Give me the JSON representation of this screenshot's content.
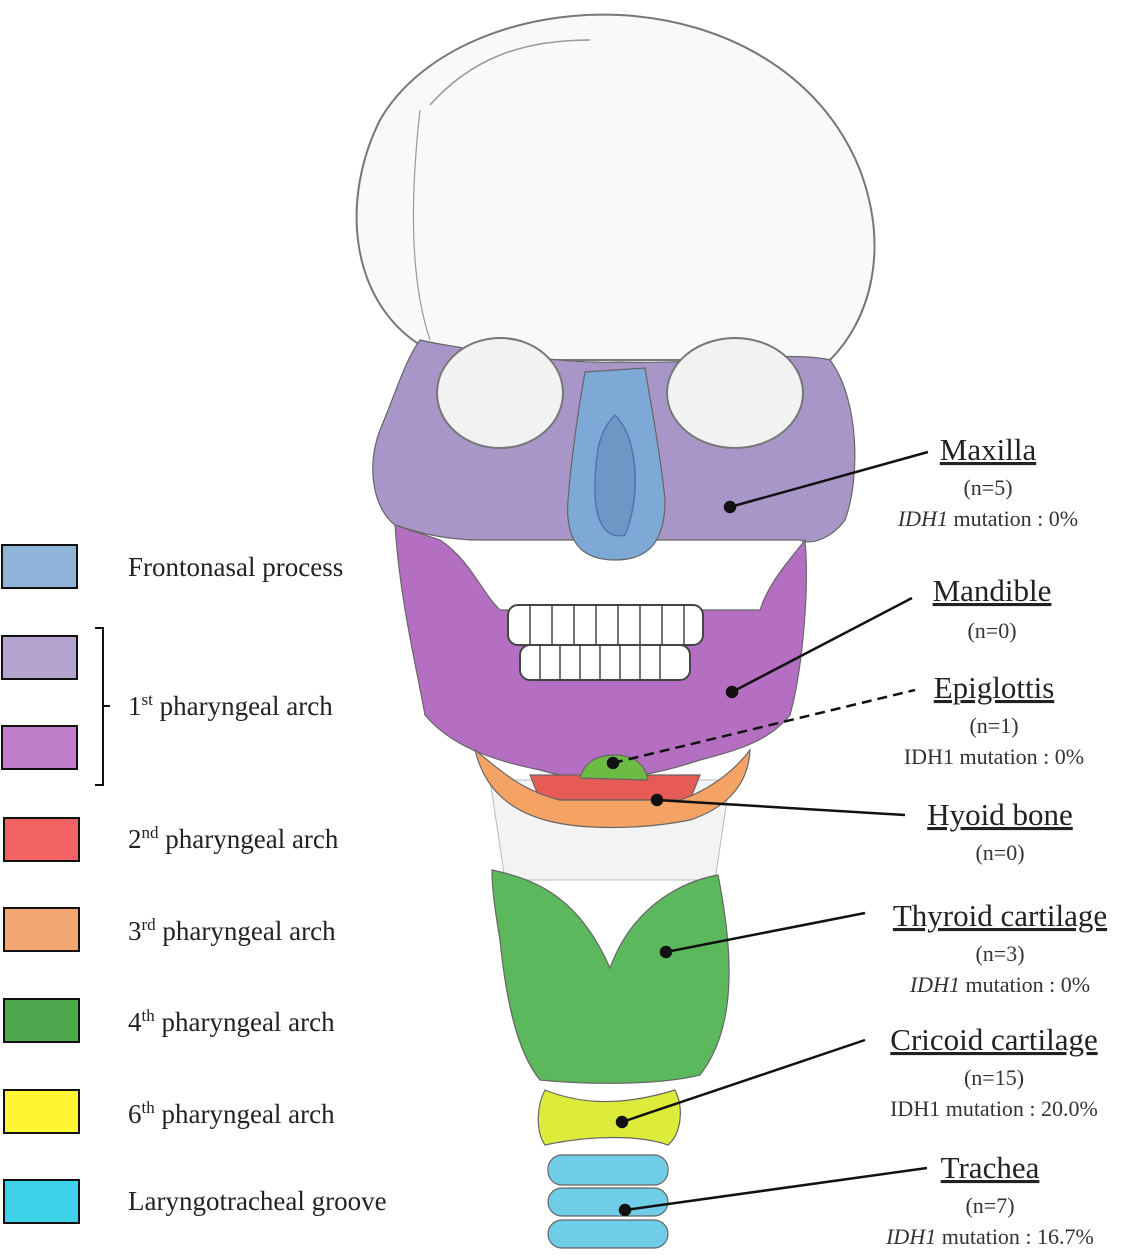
{
  "colors": {
    "frontonasal": "#8fb3d9",
    "arch1_light": "#b5a4cf",
    "arch1_dark": "#bf7fcb",
    "arch2": "#f26363",
    "arch3": "#f2a672",
    "arch4": "#4ea94e",
    "arch6": "#fff633",
    "laryngotracheal": "#3fd3ea",
    "maxilla_fill": "#a896c8",
    "mandible_fill": "#b46fc2",
    "thyroid_fill": "#5cb85c",
    "cricoid_fill": "#ddec3a",
    "trachea_fill": "#6fcde8",
    "nose_fill": "#7ea8d6",
    "hyoid_fill": "#f4a364",
    "hyoid_red": "#e65b55",
    "epiglottis_fill": "#6dbb44"
  },
  "legend": [
    {
      "key": "frontonasal",
      "sup": "",
      "prefix": "",
      "label": "Frontonasal process"
    },
    {
      "key": "arch1",
      "prefix": "1",
      "sup": "st",
      "label": " pharyngeal arch"
    },
    {
      "key": "arch2",
      "prefix": "2",
      "sup": "nd",
      "label": " pharyngeal arch"
    },
    {
      "key": "arch3",
      "prefix": "3",
      "sup": "rd",
      "label": " pharyngeal arch"
    },
    {
      "key": "arch4",
      "prefix": "4",
      "sup": "th",
      "label": " pharyngeal arch"
    },
    {
      "key": "arch6",
      "prefix": "6",
      "sup": "th",
      "label": " pharyngeal arch"
    },
    {
      "key": "laryngotracheal",
      "sup": "",
      "prefix": "",
      "label": "Laryngotracheal groove"
    }
  ],
  "structures": {
    "maxilla": {
      "name": "Maxilla",
      "n": "(n=5)",
      "gene": "IDH1",
      "mutation": " mutation : 0%"
    },
    "mandible": {
      "name": "Mandible",
      "n": "(n=0)"
    },
    "epiglottis": {
      "name": "Epiglottis",
      "n": "(n=1)",
      "mutation_plain": "IDH1 mutation : 0%"
    },
    "hyoid": {
      "name": "Hyoid bone",
      "n": "(n=0)"
    },
    "thyroid": {
      "name": "Thyroid cartilage",
      "n": "(n=3)",
      "gene": "IDH1",
      "mutation": " mutation : 0%"
    },
    "cricoid": {
      "name": "Cricoid cartilage",
      "n": "(n=15)",
      "mutation_plain": "IDH1 mutation : 20.0%"
    },
    "trachea": {
      "name": "Trachea",
      "n": "(n=7)",
      "gene": "IDH1",
      "mutation": " mutation : 16.7%"
    }
  }
}
